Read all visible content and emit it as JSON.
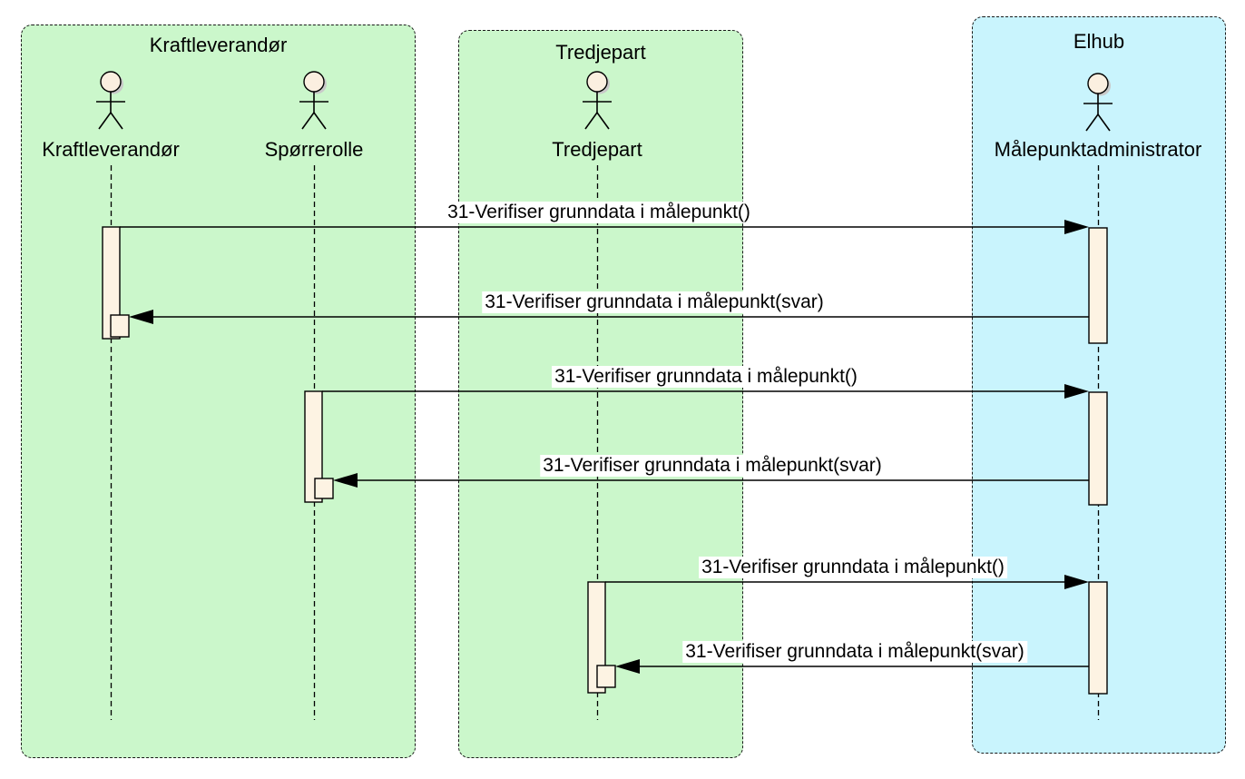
{
  "diagram": {
    "type": "uml-sequence-diagram",
    "frames": [
      {
        "title": "Kraftleverandør",
        "fill": "#cbf7cb",
        "actors": [
          {
            "name": "Kraftleverandør"
          },
          {
            "name": "Spørrerolle"
          }
        ]
      },
      {
        "title": "Tredjepart",
        "fill": "#cbf7cb",
        "actors": [
          {
            "name": "Tredjepart"
          }
        ]
      },
      {
        "title": "Elhub",
        "fill": "#c9f4fd",
        "actors": [
          {
            "name": "Målepunktadministrator"
          }
        ]
      }
    ],
    "messages": [
      {
        "label": "31-Verifiser grunndata i målepunkt()",
        "from": "Kraftleverandør",
        "to": "Målepunktadministrator",
        "kind": "request"
      },
      {
        "label": "31-Verifiser grunndata i målepunkt(svar)",
        "from": "Målepunktadministrator",
        "to": "Kraftleverandør",
        "kind": "response"
      },
      {
        "label": "31-Verifiser grunndata i målepunkt()",
        "from": "Spørrerolle",
        "to": "Målepunktadministrator",
        "kind": "request"
      },
      {
        "label": "31-Verifiser grunndata i målepunkt(svar)",
        "from": "Målepunktadministrator",
        "to": "Spørrerolle",
        "kind": "response"
      },
      {
        "label": "31-Verifiser grunndata i målepunkt()",
        "from": "Tredjepart",
        "to": "Målepunktadministrator",
        "kind": "request"
      },
      {
        "label": "31-Verifiser grunndata i målepunkt(svar)",
        "from": "Målepunktadministrator",
        "to": "Tredjepart",
        "kind": "response"
      }
    ],
    "colors": {
      "frame_green": "#cbf7cb",
      "frame_cyan": "#c9f4fd",
      "activation_fill": "#fdf3e3",
      "actor_head_fill": "#fbefe0",
      "line": "#000000",
      "background": "#ffffff"
    }
  }
}
